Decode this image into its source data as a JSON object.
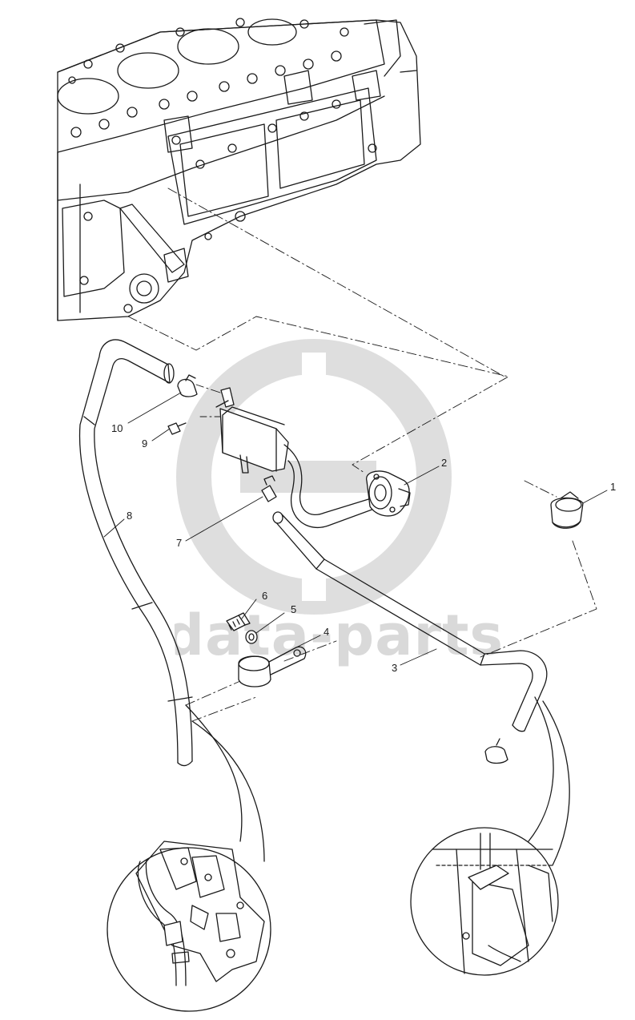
{
  "watermark": {
    "text": "data-parts",
    "color": "#d4d4d4"
  },
  "callouts": [
    {
      "id": "callout-1",
      "label": "1"
    },
    {
      "id": "callout-2",
      "label": "2"
    },
    {
      "id": "callout-3",
      "label": "3"
    },
    {
      "id": "callout-4",
      "label": "4"
    },
    {
      "id": "callout-5",
      "label": "5"
    },
    {
      "id": "callout-6",
      "label": "6"
    },
    {
      "id": "callout-7",
      "label": "7"
    },
    {
      "id": "callout-8",
      "label": "8"
    },
    {
      "id": "callout-9",
      "label": "9"
    },
    {
      "id": "callout-10",
      "label": "10"
    }
  ],
  "colors": {
    "line": "#1a1a1a",
    "fill": "#ffffff",
    "shade": "#efefef"
  }
}
